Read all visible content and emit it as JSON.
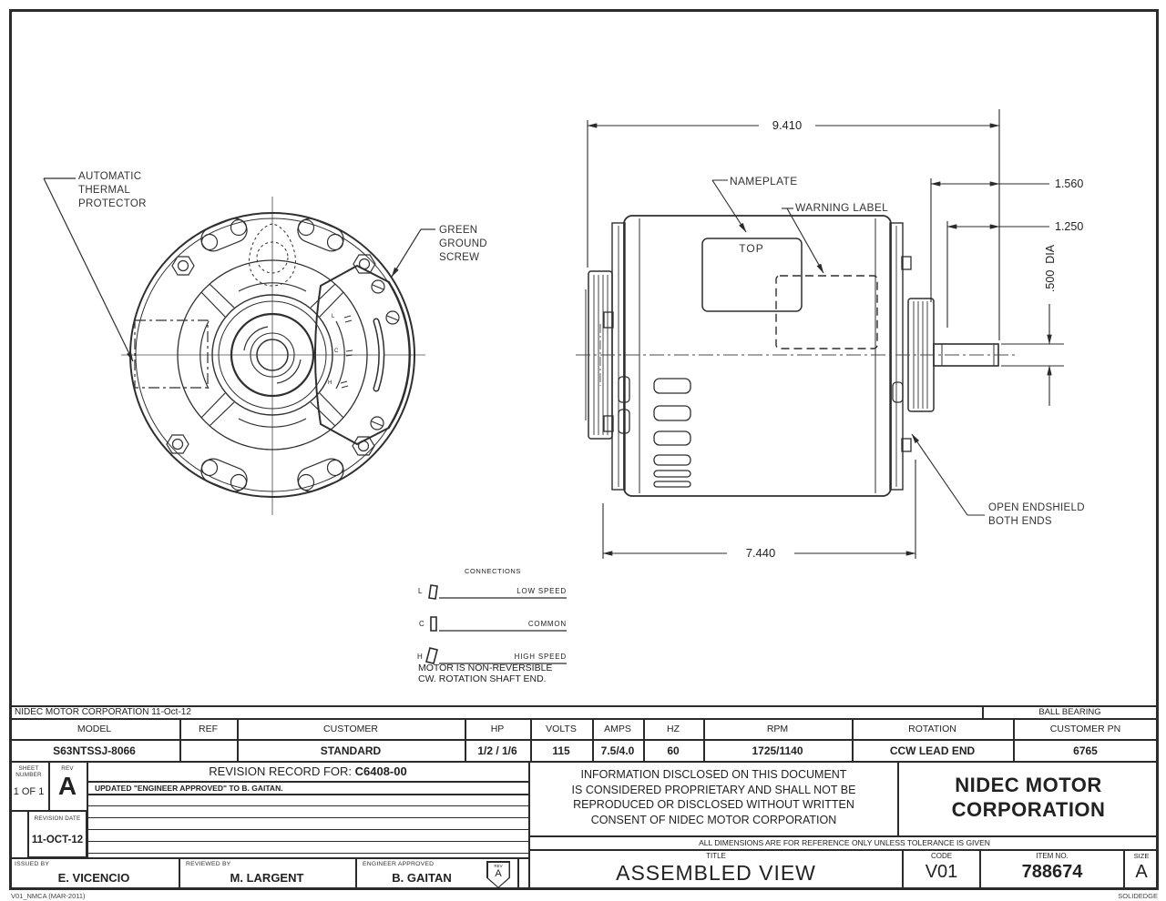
{
  "colors": {
    "ink": "#2b2b2b",
    "paper": "#ffffff"
  },
  "drawing": {
    "front_view": {
      "thermal_protector_label": [
        "AUTOMATIC",
        "THERMAL",
        "PROTECTOR"
      ],
      "ground_screw_label": [
        "GREEN",
        "GROUND",
        "SCREW"
      ],
      "terminal_markings": [
        "L",
        "C",
        "H"
      ]
    },
    "side_view": {
      "nameplate_label": "NAMEPLATE",
      "warning_label": "WARNING LABEL",
      "top_marking": "TOP",
      "open_endshield_label": [
        "OPEN ENDSHIELD",
        "BOTH ENDS"
      ],
      "dim_overall_length": "9.410",
      "dim_shaft_ext": "1.560",
      "dim_shaft_flat": "1.250",
      "dim_shaft_dia": ".500  DIA",
      "dim_body_length": "7.440"
    },
    "connections": {
      "title": "CONNECTIONS",
      "rows": [
        {
          "terminal": "L",
          "label": "LOW SPEED"
        },
        {
          "terminal": "C",
          "label": "COMMON"
        },
        {
          "terminal": "H",
          "label": "HIGH SPEED"
        }
      ],
      "notes": [
        "MOTOR IS NON-REVERSIBLE",
        "CW. ROTATION SHAFT END."
      ]
    }
  },
  "title_block": {
    "corp_note": "NIDEC MOTOR CORPORATION 11-Oct-12",
    "bearing_type": "BALL BEARING",
    "spec": {
      "headers": [
        "MODEL",
        "REF",
        "CUSTOMER",
        "HP",
        "VOLTS",
        "AMPS",
        "HZ",
        "RPM",
        "ROTATION",
        "CUSTOMER PN"
      ],
      "values": [
        "S63NTSSJ-8066",
        "",
        "STANDARD",
        "1/2 / 1/6",
        "115",
        "7.5/4.0",
        "60",
        "1725/1140",
        "CCW LEAD END",
        "6765"
      ]
    },
    "sheet_number": {
      "label_line1": "SHEET",
      "label_line2": "NUMBER",
      "value": "1 OF 1"
    },
    "rev": {
      "label": "REV",
      "value": "A"
    },
    "revision_record": {
      "title": "REVISION RECORD FOR: ",
      "number": "C6408-00",
      "entry": "UPDATED \"ENGINEER APPROVED\" TO B. GAITAN."
    },
    "revision_date": {
      "label": "REVISION DATE",
      "value": "11-OCT-12"
    },
    "issued_by": {
      "label": "ISSUED BY",
      "value": "E. VICENCIO"
    },
    "reviewed_by": {
      "label": "REVIEWED BY",
      "value": "M. LARGENT"
    },
    "engineer_approved": {
      "label": "ENGINEER APPROVED",
      "value": "B. GAITAN"
    },
    "rev_stamp": {
      "label": "REV",
      "value": "A"
    },
    "proprietary_notice": [
      "INFORMATION DISCLOSED ON THIS DOCUMENT",
      "IS CONSIDERED PROPRIETARY AND SHALL NOT BE",
      "REPRODUCED OR DISCLOSED WITHOUT WRITTEN",
      "CONSENT OF NIDEC MOTOR CORPORATION"
    ],
    "company_name": [
      "NIDEC MOTOR",
      "CORPORATION"
    ],
    "tolerance_note": "ALL DIMENSIONS ARE FOR REFERENCE ONLY UNLESS TOLERANCE IS GIVEN",
    "title": {
      "label": "TITLE",
      "value": "ASSEMBLED VIEW"
    },
    "code": {
      "label": "CODE",
      "value": "V01"
    },
    "item_no": {
      "label": "ITEM NO.",
      "value": "788674"
    },
    "size": {
      "label": "SIZE",
      "value": "A"
    }
  },
  "footer": {
    "left": "V01_NMCA (MAR-2011)",
    "right": "SOLIDEDGE"
  }
}
